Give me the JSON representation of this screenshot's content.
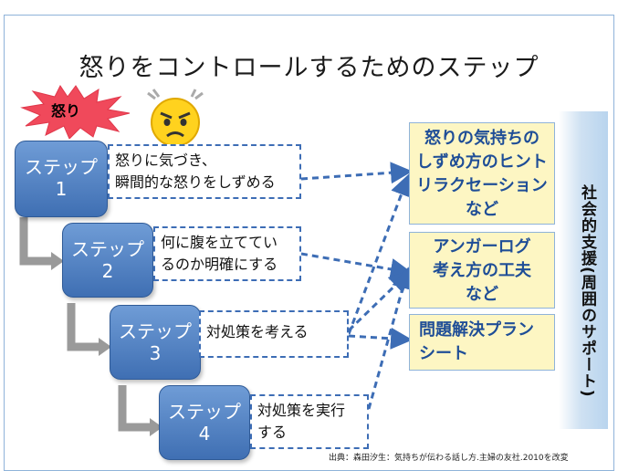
{
  "title": "怒りをコントロールするためのステップ",
  "anger_label": "怒り",
  "steps": [
    {
      "label": "ステップ",
      "num": "1",
      "desc_lines": [
        "怒りに気づき、",
        "瞬間的な怒りをしずめる"
      ]
    },
    {
      "label": "ステップ",
      "num": "2",
      "desc_lines": [
        "何に腹を立ててい",
        "るのか明確にする"
      ]
    },
    {
      "label": "ステップ",
      "num": "3",
      "desc_lines": [
        "対処策を考える"
      ]
    },
    {
      "label": "ステップ",
      "num": "4",
      "desc_lines": [
        "対処策を実行",
        "する"
      ]
    }
  ],
  "hints": [
    {
      "lines": [
        "怒りの気持ちの",
        "しずめ方のヒント",
        "リラクセーション",
        "など"
      ]
    },
    {
      "lines": [
        "アンガーログ",
        "考え方の工夫",
        "など"
      ]
    },
    {
      "lines": [
        "問題解決プラン",
        "シート"
      ]
    }
  ],
  "side_label": "社会的支援(周囲のサポート)",
  "source": "出典：森田汐生：気持ちが伝わる話し方.主婦の友社.2010を改変",
  "colors": {
    "step_blue": "#4a7cc0",
    "dash_blue": "#3d6db5",
    "hint_fill": "#fdf6c3",
    "hint_text": "#1f4e97",
    "burst_red": "#f0495b",
    "arrow_gray": "#9a9a9a"
  }
}
